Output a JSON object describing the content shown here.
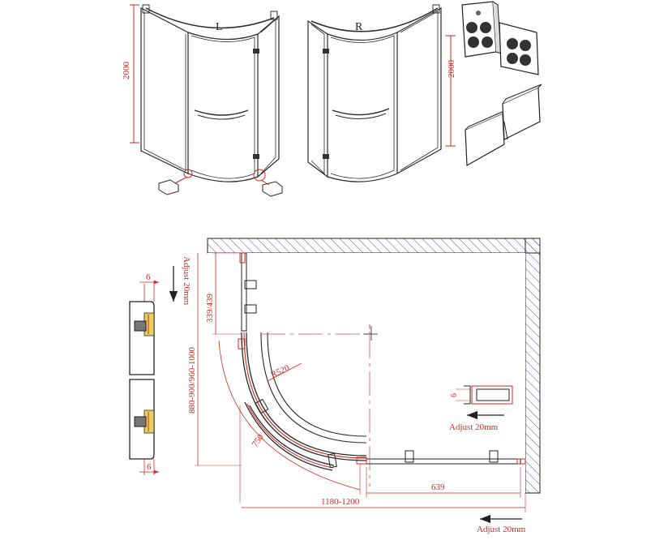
{
  "colors": {
    "outline": "#2a2a2a",
    "dimension": "#d42a1e",
    "center_mark": "#c05070",
    "hatch": "#5b4fb0"
  },
  "perspective_views": {
    "left_label": "L",
    "right_label": "R",
    "height_left": "2000",
    "height_right": "2000"
  },
  "plan_view": {
    "radius": "R520",
    "side_top": "339/439",
    "side_range": "880-900/960-1000",
    "adjust_side": "Adjust 20mm",
    "arc_length": "750",
    "door_width": "639",
    "total_width": "1180-1200",
    "adjust_mid": "Adjust 20mm",
    "adjust_bottom": "Adjust 20mm",
    "clearance_mid": "6"
  },
  "profile_detail": {
    "top_value": "6",
    "bottom_value": "6"
  }
}
